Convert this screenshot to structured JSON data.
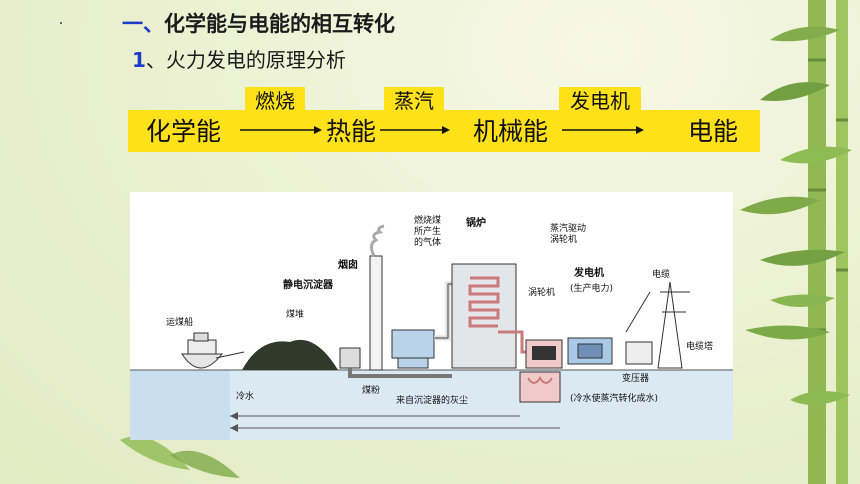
{
  "title": {
    "prefix": "一、",
    "text": "化学能与电能的相互转化"
  },
  "subtitle": {
    "num": "1",
    "sep": "、",
    "text": "火力发电的原理分析"
  },
  "flow": {
    "stage1": "化学能",
    "stage2": "热能",
    "stage3": "机械能",
    "stage4": "电能",
    "step1": "燃烧",
    "step2": "蒸汽",
    "step3": "发电机"
  },
  "diagram": {
    "label_gas": "燃烧煤\n所产生\n的气体",
    "label_boiler": "锅炉",
    "label_turbine_drive": "蒸汽驱动\n涡轮机",
    "label_chimney": "烟囱",
    "label_precipitator": "静电沉淀器",
    "label_coal_pile": "煤堆",
    "label_coal_ship": "运煤船",
    "label_turbine": "涡轮机",
    "label_generator": "发电机",
    "label_generator_sub": "(生产电力)",
    "label_cable": "电缆",
    "label_tower": "电缆塔",
    "label_transformer": "变压器",
    "label_cold_water": "冷水",
    "label_coal_powder": "煤粉",
    "label_ash": "来自沉淀器的灰尘",
    "label_condense": "(冷水使蒸汽转化成水)"
  },
  "colors": {
    "accent": "#1a3cc8",
    "highlight": "#ffe11a",
    "water": "#dbe9f3",
    "pipe": "#f0c9c9"
  }
}
